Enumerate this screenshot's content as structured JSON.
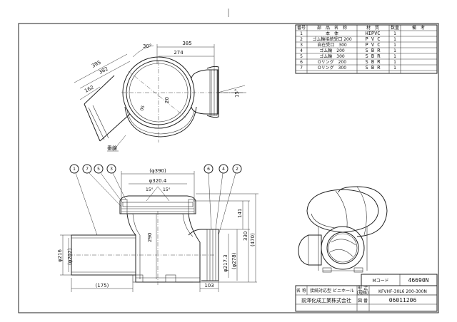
{
  "parts_table": {
    "headers": [
      "番号",
      "部　品　名　称",
      "材　質",
      "数量",
      "備　考"
    ],
    "rows": [
      {
        "no": "1",
        "name": "本　体",
        "material": "HIPVC",
        "qty": "1"
      },
      {
        "no": "2",
        "name": "ゴム輪接続受口 200",
        "material": "P V C",
        "qty": "1"
      },
      {
        "no": "3",
        "name": "自在受口　300",
        "material": "P V C",
        "qty": "1"
      },
      {
        "no": "4",
        "name": "ゴム輪　200",
        "material": "S B R",
        "qty": "1"
      },
      {
        "no": "5",
        "name": "ゴム輪　300",
        "material": "S B R",
        "qty": "1"
      },
      {
        "no": "6",
        "name": "Oリング　200",
        "material": "S B R",
        "qty": "1"
      },
      {
        "no": "7",
        "name": "Oリング　300",
        "material": "S B R",
        "qty": "1"
      }
    ]
  },
  "title_block": {
    "code_label": "Mコード",
    "code_value": "46690N",
    "name_label": "名 称",
    "name_value": "接続対応型 ビニホール",
    "model_label": "型 式\n(規格)",
    "model_label_1": "型 式",
    "model_label_2": "(規格)",
    "model_value": "KFVHF-30L6 200-300N",
    "company": "前澤化成工業株式会社",
    "drawing_label": "図 番",
    "drawing_value": "06011206"
  },
  "top_view": {
    "dim_385": "385",
    "dim_274": "274",
    "dim_395": "395",
    "dim_382": "382",
    "dim_162": "162",
    "angle_30": "30°",
    "angle_15": "15°",
    "r_05": "05",
    "dim_20": "20",
    "callout": "番線"
  },
  "front_view": {
    "balloons": [
      "1",
      "7",
      "5",
      "3",
      "6",
      "4",
      "2"
    ],
    "dim_phi390": "(φ390)",
    "dim_phi320": "φ320.4",
    "angle_15a": "15°",
    "angle_15b": "15°",
    "dim_290": "290",
    "dim_141": "141",
    "dim_330": "330",
    "dim_470": "(470)",
    "dim_phi216": "φ216",
    "dim_phi202": "(φ202)",
    "dim_phi217": "φ217.3",
    "dim_phi278": "(φ278)",
    "dim_175": "(175)",
    "dim_103": "103"
  }
}
